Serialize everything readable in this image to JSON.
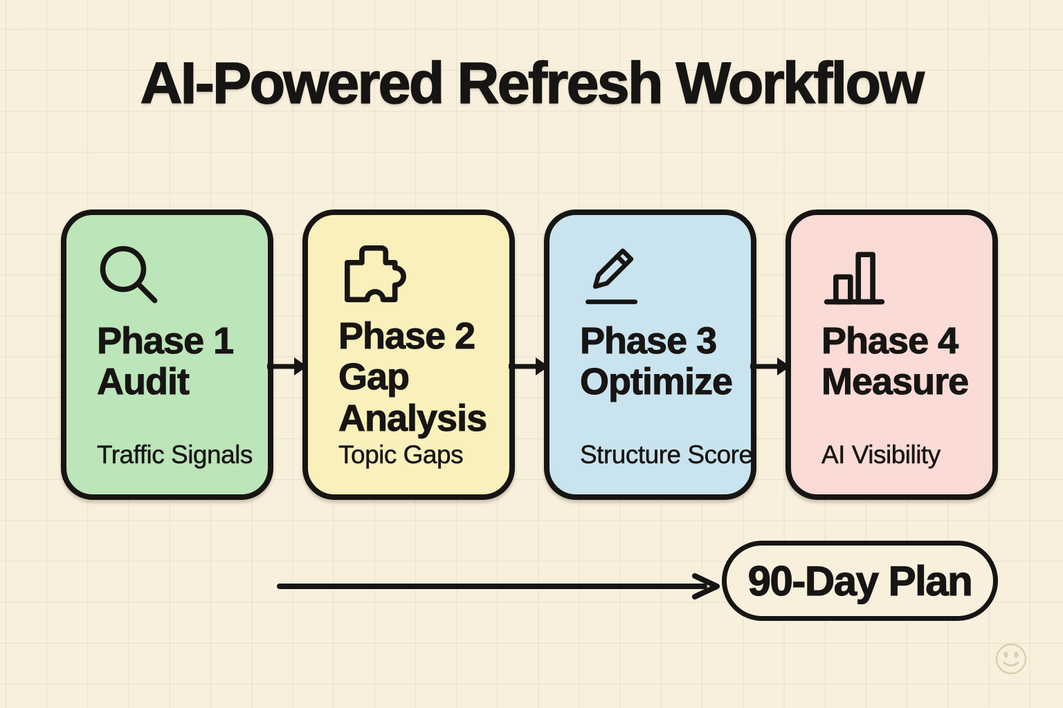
{
  "title": "AI-Powered Refresh Workflow",
  "phases": [
    {
      "name": "Phase 1\nAudit",
      "subtitle": "Traffic Signals",
      "icon": "magnifier-search-icon",
      "fill": "#bce5b9"
    },
    {
      "name": "Phase 2\nGap\nAnalysis",
      "subtitle": "Topic Gaps",
      "icon": "puzzle-piece-icon",
      "fill": "#faf0bb"
    },
    {
      "name": "Phase 3\nOptimize",
      "subtitle": "Structure Score",
      "icon": "pencil-edit-icon",
      "fill": "#c9e4ef"
    },
    {
      "name": "Phase 4\nMeasure",
      "subtitle": "AI Visibility",
      "icon": "bar-chart-icon",
      "fill": "#fadbd5"
    }
  ],
  "outcome_label": "90-Day Plan",
  "colors": {
    "background": "#f8f0dd",
    "grid_line": "#cdbf9e",
    "ink": "#171513",
    "phase1_fill": "#bce5b9",
    "phase2_fill": "#faf0bb",
    "phase3_fill": "#c9e4ef",
    "phase4_fill": "#fadbd5",
    "watermark": "#d8cbab"
  }
}
